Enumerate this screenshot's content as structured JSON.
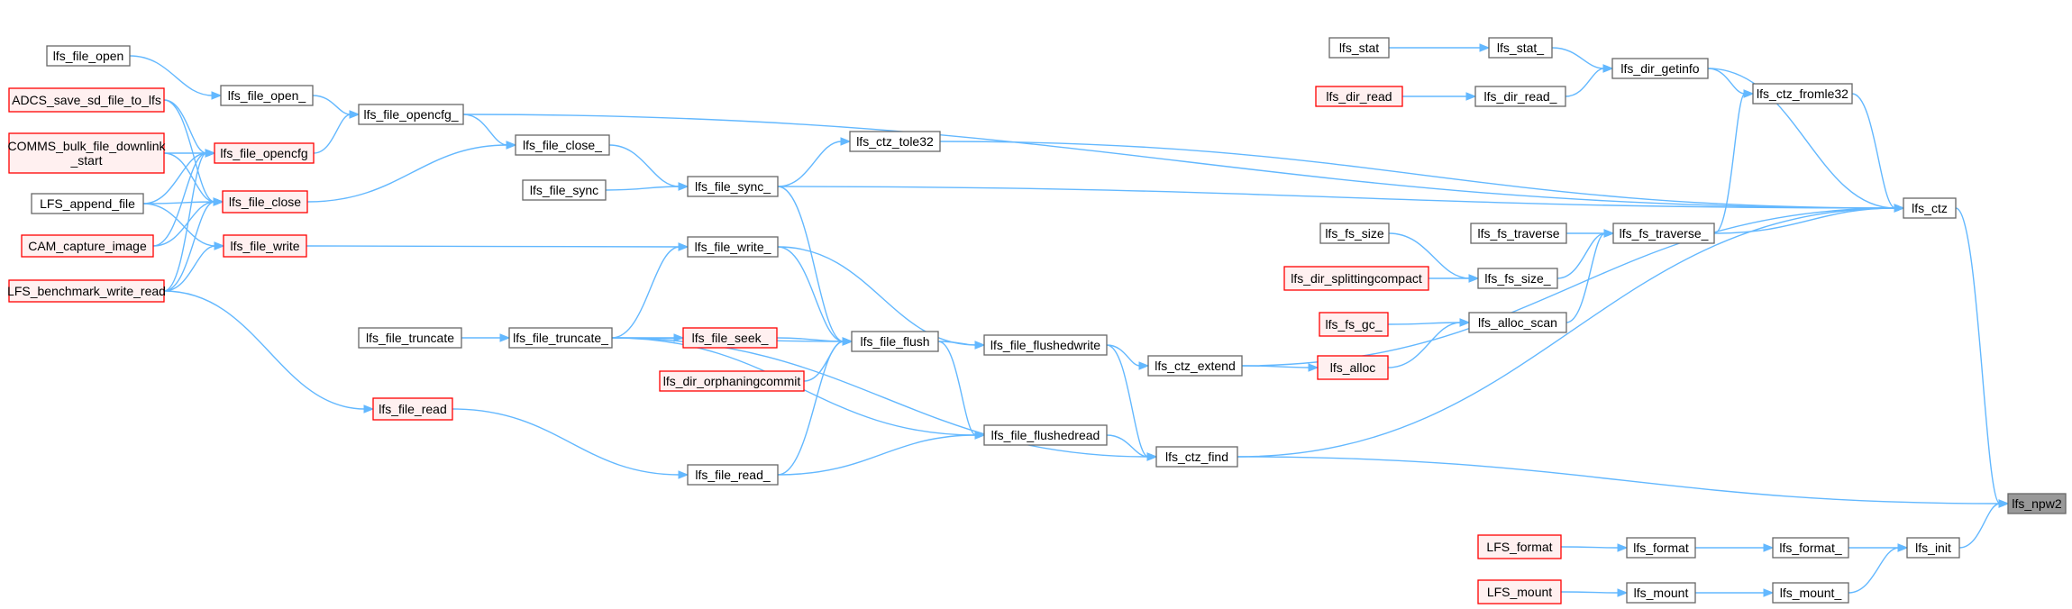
{
  "colors": {
    "edge": "#63b8ff",
    "node_border": "#666666",
    "node_fill": "#ffffff",
    "highlight_border": "#ff0000",
    "highlight_fill": "#fff0f0",
    "focus_fill": "#999999",
    "focus_border": "#666666"
  },
  "nodes": [
    {
      "id": "lfs_npw2",
      "label": "lfs_npw2",
      "style": "focus"
    },
    {
      "id": "lfs_ctz",
      "label": "lfs_ctz",
      "style": "normal"
    },
    {
      "id": "lfs_ctz_fromle32",
      "label": "lfs_ctz_fromle32",
      "style": "normal"
    },
    {
      "id": "lfs_dir_getinfo",
      "label": "lfs_dir_getinfo",
      "style": "normal"
    },
    {
      "id": "lfs_stat_",
      "label": "lfs_stat_",
      "style": "normal"
    },
    {
      "id": "lfs_stat",
      "label": "lfs_stat",
      "style": "normal"
    },
    {
      "id": "lfs_dir_read_",
      "label": "lfs_dir_read_",
      "style": "normal"
    },
    {
      "id": "lfs_dir_read",
      "label": "lfs_dir_read",
      "style": "red"
    },
    {
      "id": "lfs_ctz_tole32",
      "label": "lfs_ctz_tole32",
      "style": "normal"
    },
    {
      "id": "lfs_file_sync_",
      "label": "lfs_file_sync_",
      "style": "normal"
    },
    {
      "id": "lfs_file_sync",
      "label": "lfs_file_sync",
      "style": "normal"
    },
    {
      "id": "lfs_file_close_",
      "label": "lfs_file_close_",
      "style": "normal"
    },
    {
      "id": "lfs_file_opencfg_",
      "label": "lfs_file_opencfg_",
      "style": "normal"
    },
    {
      "id": "lfs_file_open_",
      "label": "lfs_file_open_",
      "style": "normal"
    },
    {
      "id": "lfs_file_open",
      "label": "lfs_file_open",
      "style": "normal"
    },
    {
      "id": "lfs_file_opencfg",
      "label": "lfs_file_opencfg",
      "style": "red"
    },
    {
      "id": "ADCS_save",
      "label": "ADCS_save_sd_file_to_lfs",
      "style": "red"
    },
    {
      "id": "COMMS_bulk",
      "label": "COMMS_bulk_file_downlink\n_start",
      "style": "red"
    },
    {
      "id": "LFS_append_file",
      "label": "LFS_append_file",
      "style": "normal"
    },
    {
      "id": "CAM_capture_image",
      "label": "CAM_capture_image",
      "style": "red"
    },
    {
      "id": "LFS_benchmark",
      "label": "LFS_benchmark_write_read",
      "style": "red"
    },
    {
      "id": "lfs_file_close",
      "label": "lfs_file_close",
      "style": "red"
    },
    {
      "id": "lfs_file_write",
      "label": "lfs_file_write",
      "style": "red"
    },
    {
      "id": "lfs_file_write_",
      "label": "lfs_file_write_",
      "style": "normal"
    },
    {
      "id": "lfs_file_truncate",
      "label": "lfs_file_truncate",
      "style": "normal"
    },
    {
      "id": "lfs_file_truncate_",
      "label": "lfs_file_truncate_",
      "style": "normal"
    },
    {
      "id": "lfs_file_seek_",
      "label": "lfs_file_seek_",
      "style": "red"
    },
    {
      "id": "lfs_file_flush",
      "label": "lfs_file_flush",
      "style": "normal"
    },
    {
      "id": "lfs_dir_orphaningcommit",
      "label": "lfs_dir_orphaningcommit",
      "style": "red"
    },
    {
      "id": "lfs_file_flushedwrite",
      "label": "lfs_file_flushedwrite",
      "style": "normal"
    },
    {
      "id": "lfs_file_read",
      "label": "lfs_file_read",
      "style": "red"
    },
    {
      "id": "lfs_file_read_",
      "label": "lfs_file_read_",
      "style": "normal"
    },
    {
      "id": "lfs_file_flushedread",
      "label": "lfs_file_flushedread",
      "style": "normal"
    },
    {
      "id": "lfs_ctz_find",
      "label": "lfs_ctz_find",
      "style": "normal"
    },
    {
      "id": "lfs_ctz_extend",
      "label": "lfs_ctz_extend",
      "style": "normal"
    },
    {
      "id": "lfs_alloc",
      "label": "lfs_alloc",
      "style": "red"
    },
    {
      "id": "lfs_fs_gc_",
      "label": "lfs_fs_gc_",
      "style": "red"
    },
    {
      "id": "lfs_alloc_scan",
      "label": "lfs_alloc_scan",
      "style": "normal"
    },
    {
      "id": "lfs_fs_traverse_",
      "label": "lfs_fs_traverse_",
      "style": "normal"
    },
    {
      "id": "lfs_fs_traverse",
      "label": "lfs_fs_traverse",
      "style": "normal"
    },
    {
      "id": "lfs_fs_size_",
      "label": "lfs_fs_size_",
      "style": "normal"
    },
    {
      "id": "lfs_fs_size",
      "label": "lfs_fs_size",
      "style": "normal"
    },
    {
      "id": "lfs_dir_splittingcompact",
      "label": "lfs_dir_splittingcompact",
      "style": "red"
    },
    {
      "id": "lfs_init",
      "label": "lfs_init",
      "style": "normal"
    },
    {
      "id": "lfs_format_",
      "label": "lfs_format_",
      "style": "normal"
    },
    {
      "id": "lfs_format",
      "label": "lfs_format",
      "style": "normal"
    },
    {
      "id": "LFS_format",
      "label": "LFS_format",
      "style": "red"
    },
    {
      "id": "lfs_mount_",
      "label": "lfs_mount_",
      "style": "normal"
    },
    {
      "id": "lfs_mount",
      "label": "lfs_mount",
      "style": "normal"
    },
    {
      "id": "LFS_mount",
      "label": "LFS_mount",
      "style": "red"
    }
  ],
  "edges": [
    [
      "lfs_ctz",
      "lfs_npw2"
    ],
    [
      "lfs_ctz_find",
      "lfs_npw2"
    ],
    [
      "lfs_init",
      "lfs_npw2"
    ],
    [
      "lfs_ctz_fromle32",
      "lfs_ctz"
    ],
    [
      "lfs_ctz_tole32",
      "lfs_ctz"
    ],
    [
      "lfs_file_sync_",
      "lfs_ctz"
    ],
    [
      "lfs_fs_traverse_",
      "lfs_ctz"
    ],
    [
      "lfs_ctz_extend",
      "lfs_ctz"
    ],
    [
      "lfs_ctz_find",
      "lfs_ctz"
    ],
    [
      "lfs_file_opencfg_",
      "lfs_ctz"
    ],
    [
      "lfs_dir_getinfo",
      "lfs_ctz"
    ],
    [
      "lfs_dir_getinfo",
      "lfs_ctz_fromle32"
    ],
    [
      "lfs_fs_traverse_",
      "lfs_ctz_fromle32"
    ],
    [
      "lfs_stat_",
      "lfs_dir_getinfo"
    ],
    [
      "lfs_dir_read_",
      "lfs_dir_getinfo"
    ],
    [
      "lfs_stat",
      "lfs_stat_"
    ],
    [
      "lfs_dir_read",
      "lfs_dir_read_"
    ],
    [
      "lfs_file_sync_",
      "lfs_ctz_tole32"
    ],
    [
      "lfs_file_sync",
      "lfs_file_sync_"
    ],
    [
      "lfs_file_close_",
      "lfs_file_sync_"
    ],
    [
      "lfs_file_opencfg_",
      "lfs_file_close_"
    ],
    [
      "lfs_file_close",
      "lfs_file_close_"
    ],
    [
      "lfs_file_open_",
      "lfs_file_opencfg_"
    ],
    [
      "lfs_file_opencfg",
      "lfs_file_opencfg_"
    ],
    [
      "lfs_file_open",
      "lfs_file_open_"
    ],
    [
      "ADCS_save",
      "lfs_file_opencfg"
    ],
    [
      "COMMS_bulk",
      "lfs_file_opencfg"
    ],
    [
      "LFS_append_file",
      "lfs_file_opencfg"
    ],
    [
      "CAM_capture_image",
      "lfs_file_opencfg"
    ],
    [
      "LFS_benchmark",
      "lfs_file_opencfg"
    ],
    [
      "ADCS_save",
      "lfs_file_close"
    ],
    [
      "COMMS_bulk",
      "lfs_file_close"
    ],
    [
      "LFS_append_file",
      "lfs_file_close"
    ],
    [
      "CAM_capture_image",
      "lfs_file_close"
    ],
    [
      "LFS_benchmark",
      "lfs_file_close"
    ],
    [
      "LFS_append_file",
      "lfs_file_write"
    ],
    [
      "LFS_benchmark",
      "lfs_file_write"
    ],
    [
      "LFS_benchmark",
      "lfs_file_read"
    ],
    [
      "lfs_file_write",
      "lfs_file_write_"
    ],
    [
      "lfs_file_truncate_",
      "lfs_file_write_"
    ],
    [
      "lfs_file_truncate",
      "lfs_file_truncate_"
    ],
    [
      "lfs_file_truncate_",
      "lfs_file_seek_"
    ],
    [
      "lfs_file_seek_",
      "lfs_file_flush"
    ],
    [
      "lfs_file_truncate_",
      "lfs_file_flush"
    ],
    [
      "lfs_file_write_",
      "lfs_file_flush"
    ],
    [
      "lfs_file_read_",
      "lfs_file_flush"
    ],
    [
      "lfs_dir_orphaningcommit",
      "lfs_file_flush"
    ],
    [
      "lfs_file_sync_",
      "lfs_file_flush"
    ],
    [
      "lfs_file_flush",
      "lfs_file_flushedwrite"
    ],
    [
      "lfs_file_write_",
      "lfs_file_flushedwrite"
    ],
    [
      "lfs_file_flush",
      "lfs_file_flushedread"
    ],
    [
      "lfs_file_truncate_",
      "lfs_file_flushedread"
    ],
    [
      "lfs_file_read_",
      "lfs_file_flushedread"
    ],
    [
      "lfs_file_read",
      "lfs_file_read_"
    ],
    [
      "lfs_file_flushedwrite",
      "lfs_ctz_extend"
    ],
    [
      "lfs_file_flushedwrite",
      "lfs_ctz_find"
    ],
    [
      "lfs_file_flushedread",
      "lfs_ctz_find"
    ],
    [
      "lfs_file_truncate_",
      "lfs_ctz_find"
    ],
    [
      "lfs_ctz_extend",
      "lfs_alloc"
    ],
    [
      "lfs_alloc",
      "lfs_alloc_scan"
    ],
    [
      "lfs_fs_gc_",
      "lfs_alloc_scan"
    ],
    [
      "lfs_alloc_scan",
      "lfs_fs_traverse_"
    ],
    [
      "lfs_fs_size_",
      "lfs_fs_traverse_"
    ],
    [
      "lfs_fs_traverse",
      "lfs_fs_traverse_"
    ],
    [
      "lfs_fs_size",
      "lfs_fs_size_"
    ],
    [
      "lfs_dir_splittingcompact",
      "lfs_fs_size_"
    ],
    [
      "lfs_format_",
      "lfs_init"
    ],
    [
      "lfs_mount_",
      "lfs_init"
    ],
    [
      "lfs_format",
      "lfs_format_"
    ],
    [
      "LFS_format",
      "lfs_format"
    ],
    [
      "lfs_mount",
      "lfs_mount_"
    ],
    [
      "LFS_mount",
      "lfs_mount"
    ]
  ]
}
